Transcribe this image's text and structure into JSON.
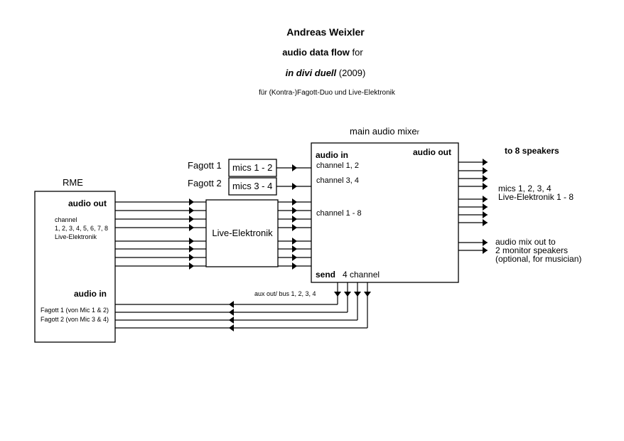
{
  "header": {
    "author": "Andreas  Weixler",
    "subtitle_bold": "audio data flow",
    "subtitle_rest": " for",
    "work_title": "in divi duell",
    "work_year": " (2009)",
    "description": "für (Kontra-)Fagott-Duo und Live-Elektronik"
  },
  "rme": {
    "label": "RME",
    "audio_out": "audio out",
    "channel_word": "channel",
    "channel_numbers": "1, 2, 3, 4, 5, 6, 7, 8",
    "live_elektronik": "Live-Elektronik",
    "audio_in": "audio in",
    "fagott1_input": "Fagott 1 (von Mic 1 & 2)",
    "fagott2_input": "Fagott 2  (von Mic 3 & 4)"
  },
  "fagotts": {
    "fagott1": "Fagott 1",
    "mics1": "mics 1 - 2",
    "fagott2": "Fagott 2",
    "mics2": "mics 3 - 4"
  },
  "live_box": {
    "label": "Live-Elektronik"
  },
  "mixer": {
    "title_main": "main audio mixe",
    "title_end": "r",
    "audio_in": "audio in",
    "ch12": "channel 1, 2",
    "ch34": "channel 3, 4",
    "ch18": "channel 1 - 8",
    "audio_out": "audio out",
    "send": "send",
    "send_channels": "4 channel",
    "aux": "aux out/ bus 1, 2, 3, 4"
  },
  "outputs": {
    "speakers": "to 8 speakers",
    "mics": "mics 1, 2, 3, 4",
    "live": "Live-Elektronik  1 - 8",
    "monitor1": "audio mix out to",
    "monitor2": "2 monitor speakers",
    "monitor3": "(optional, for musician)"
  }
}
